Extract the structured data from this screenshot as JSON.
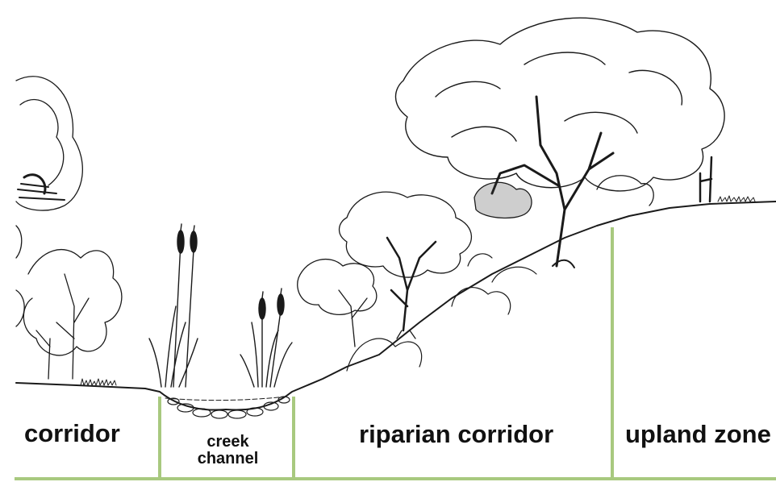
{
  "zones": {
    "corridor": "corridor",
    "creek_line1": "creek",
    "creek_line2": "channel",
    "riparian": "riparian corridor",
    "upland": "upland zone"
  },
  "colors": {
    "divider": "#a8c97f",
    "ink": "#1a1a1a"
  }
}
